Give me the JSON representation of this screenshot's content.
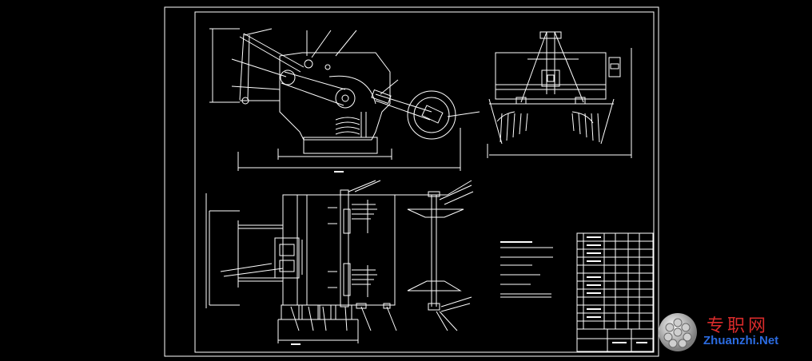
{
  "drawing": {
    "type": "mechanical-assembly-drawing",
    "background": "#000000",
    "line_color": "#ffffff",
    "views": [
      "front-view",
      "side-view",
      "top-view"
    ],
    "tech_notes_title": "技术要求",
    "tech_notes": [
      "",
      "",
      "",
      "",
      ""
    ],
    "title_block_rows": 14
  },
  "watermark": {
    "cn_text": "专职网",
    "en_text": "Zhuanzhi.Net",
    "cn_color": "#d92b2b",
    "en_color": "#2b6be0"
  }
}
